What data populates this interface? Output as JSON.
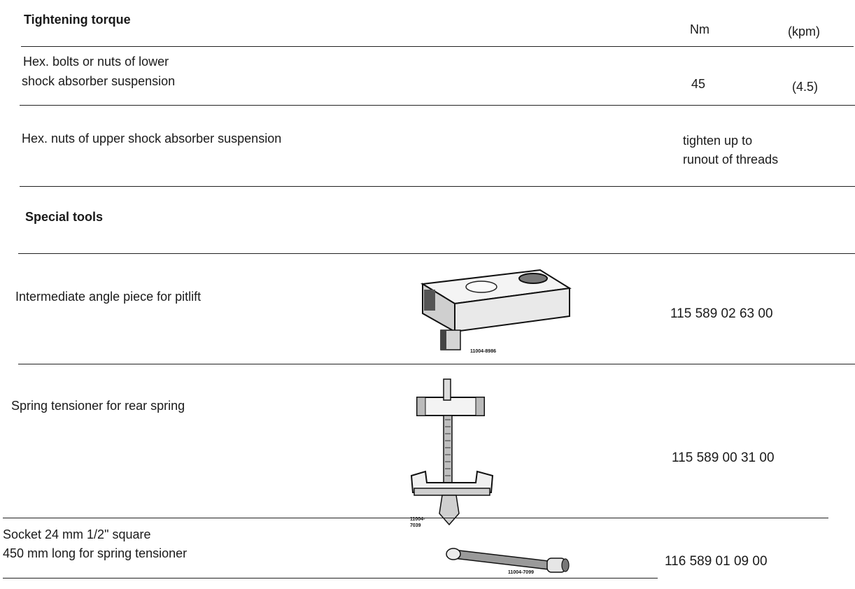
{
  "torque": {
    "heading": "Tightening torque",
    "col_nm": "Nm",
    "col_kpm": "(kpm)",
    "rows": [
      {
        "line1": "Hex. bolts or nuts of lower",
        "line2": "shock absorber suspension",
        "nm": "45",
        "kpm": "(4.5)"
      },
      {
        "line1": "Hex. nuts of upper shock absorber suspension",
        "value_line1": "tighten up to",
        "value_line2": "runout of threads"
      }
    ]
  },
  "tools": {
    "heading": "Special tools",
    "items": [
      {
        "name": "Intermediate angle piece for pitlift",
        "figure": "11004-8986",
        "part_no": "115 589 02 63 00"
      },
      {
        "name": "Spring tensioner for rear spring",
        "figure_a": "11004-",
        "figure_b": "7039",
        "part_no": "115 589 00 31 00"
      },
      {
        "line1": "Socket 24 mm 1/2\" square",
        "line2": "450 mm long for spring tensioner",
        "figure": "11004-7099",
        "part_no": "116 589 01 09 00"
      }
    ]
  }
}
